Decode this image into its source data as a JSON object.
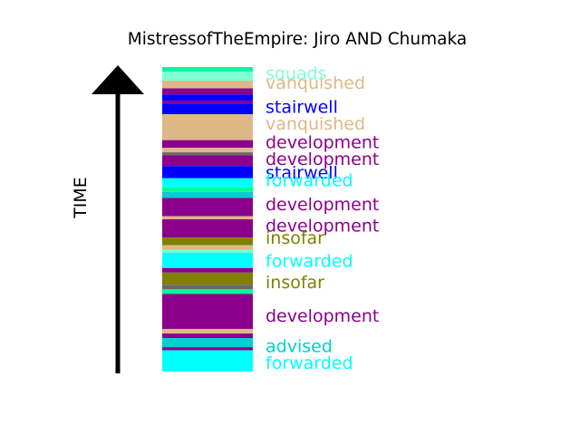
{
  "chart_data": {
    "type": "bar",
    "title": "MistressofTheEmpire: Jiro AND Chumaka",
    "ylabel": "TIME",
    "colors": {
      "squads": "#00FA9A",
      "squads_light": "#7FFFD4",
      "vanquished": "#DEB887",
      "stairwell": "#0000FF",
      "development": "#8B008B",
      "insofar": "#808000",
      "forwarded": "#00FFFF",
      "advised": "#00CED1",
      "gray": "#696969"
    },
    "segments": [
      {
        "color": "squads",
        "y0": 0.0,
        "y1": 1.5
      },
      {
        "color": "squads_light",
        "y0": 1.5,
        "y1": 4.5
      },
      {
        "color": "vanquished",
        "y0": 4.5,
        "y1": 7.0
      },
      {
        "color": "development",
        "y0": 7.0,
        "y1": 9.0
      },
      {
        "color": "stairwell",
        "y0": 9.0,
        "y1": 11.0
      },
      {
        "color": "development",
        "y0": 11.0,
        "y1": 12.0
      },
      {
        "color": "stairwell",
        "y0": 12.0,
        "y1": 15.5
      },
      {
        "color": "vanquished",
        "y0": 15.5,
        "y1": 24.0
      },
      {
        "color": "development",
        "y0": 24.0,
        "y1": 26.5
      },
      {
        "color": "vanquished",
        "y0": 26.5,
        "y1": 28.0
      },
      {
        "color": "gray",
        "y0": 28.0,
        "y1": 29.0
      },
      {
        "color": "development",
        "y0": 29.0,
        "y1": 32.5
      },
      {
        "color": "stairwell",
        "y0": 32.5,
        "y1": 36.5
      },
      {
        "color": "forwarded",
        "y0": 36.5,
        "y1": 39.5
      },
      {
        "color": "squads",
        "y0": 39.5,
        "y1": 41.0
      },
      {
        "color": "advised",
        "y0": 41.0,
        "y1": 43.0
      },
      {
        "color": "development",
        "y0": 43.0,
        "y1": 49.0
      },
      {
        "color": "vanquished",
        "y0": 49.0,
        "y1": 50.0
      },
      {
        "color": "development",
        "y0": 50.0,
        "y1": 56.0
      },
      {
        "color": "insofar",
        "y0": 56.0,
        "y1": 58.5
      },
      {
        "color": "vanquished",
        "y0": 58.5,
        "y1": 60.0
      },
      {
        "color": "squads_light",
        "y0": 60.0,
        "y1": 61.0
      },
      {
        "color": "forwarded",
        "y0": 61.0,
        "y1": 66.0
      },
      {
        "color": "development",
        "y0": 66.0,
        "y1": 67.5
      },
      {
        "color": "insofar",
        "y0": 67.5,
        "y1": 71.5
      },
      {
        "color": "gray",
        "y0": 71.5,
        "y1": 73.0
      },
      {
        "color": "squads",
        "y0": 73.0,
        "y1": 74.5
      },
      {
        "color": "development",
        "y0": 74.5,
        "y1": 86.0
      },
      {
        "color": "vanquished",
        "y0": 86.0,
        "y1": 87.5
      },
      {
        "color": "development",
        "y0": 87.5,
        "y1": 89.0
      },
      {
        "color": "advised",
        "y0": 89.0,
        "y1": 92.0
      },
      {
        "color": "development",
        "y0": 92.0,
        "y1": 93.0
      },
      {
        "color": "forwarded",
        "y0": 93.0,
        "y1": 100.0
      }
    ],
    "labels": [
      {
        "text": "squads",
        "color": "squads_light",
        "y": 2.0
      },
      {
        "text": "vanquished",
        "color": "vanquished",
        "y": 5.0
      },
      {
        "text": "stairwell",
        "color": "stairwell",
        "y": 13.0
      },
      {
        "text": "vanquished",
        "color": "vanquished",
        "y": 18.5
      },
      {
        "text": "development",
        "color": "development",
        "y": 24.5
      },
      {
        "text": "development",
        "color": "development",
        "y": 30.0
      },
      {
        "text": "stairwell",
        "color": "stairwell",
        "y": 34.5
      },
      {
        "text": "forwarded",
        "color": "forwarded",
        "y": 37.0
      },
      {
        "text": "development",
        "color": "development",
        "y": 45.0
      },
      {
        "text": "development",
        "color": "development",
        "y": 52.0
      },
      {
        "text": "insofar",
        "color": "insofar",
        "y": 56.0
      },
      {
        "text": "forwarded",
        "color": "forwarded",
        "y": 63.5
      },
      {
        "text": "insofar",
        "color": "insofar",
        "y": 70.5
      },
      {
        "text": "development",
        "color": "development",
        "y": 81.5
      },
      {
        "text": "advised",
        "color": "advised",
        "y": 91.5
      },
      {
        "text": "forwarded",
        "color": "forwarded",
        "y": 97.0
      }
    ]
  }
}
